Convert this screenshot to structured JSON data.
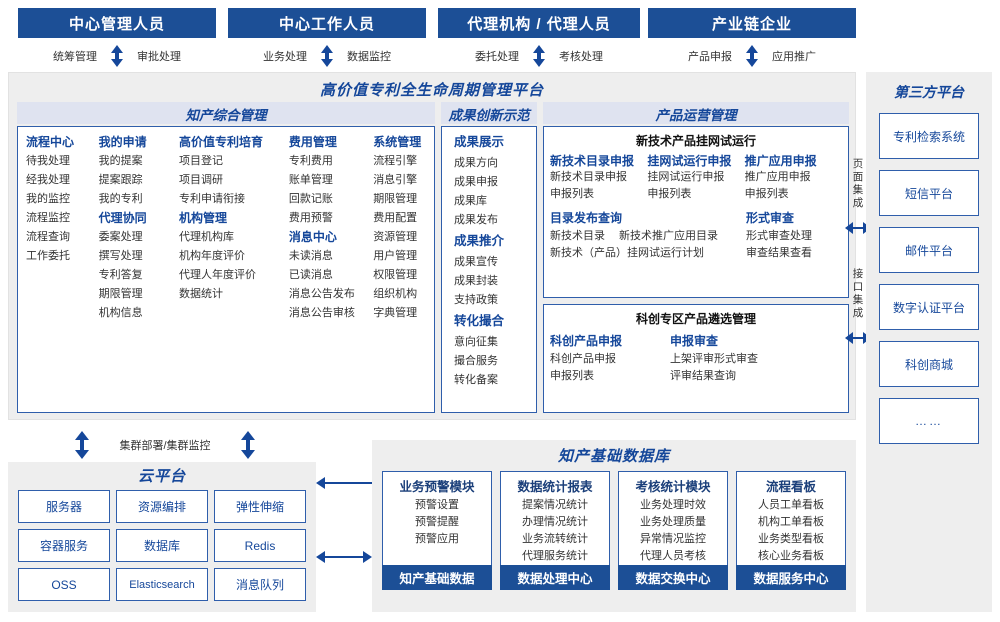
{
  "roles": [
    {
      "title": "中心管理人员",
      "left": "统筹管理",
      "right": "审批处理"
    },
    {
      "title": "中心工作人员",
      "left": "业务处理",
      "right": "数据监控"
    },
    {
      "title": "代理机构 / 代理人员",
      "left": "委托处理",
      "right": "考核处理"
    },
    {
      "title": "产业链企业",
      "left": "产品申报",
      "right": "应用推广"
    }
  ],
  "platform": {
    "title": "高价值专利全生命周期管理平台"
  },
  "ip_mgmt": {
    "title": "知产综合管理",
    "columns": [
      {
        "groups": [
          {
            "header": "流程中心",
            "items": [
              "待我处理",
              "经我处理",
              "我的监控",
              "流程监控",
              "流程查询",
              "工作委托"
            ]
          }
        ]
      },
      {
        "groups": [
          {
            "header": "我的申请",
            "items": [
              "我的提案",
              "提案跟踪",
              "我的专利"
            ]
          },
          {
            "header": "代理协同",
            "items": [
              "委案处理",
              "撰写处理",
              "专利答复",
              "期限管理",
              "机构信息"
            ]
          }
        ]
      },
      {
        "groups": [
          {
            "header": "高价值专利培育",
            "items": [
              "项目登记",
              "项目调研",
              "专利申请衔接"
            ]
          },
          {
            "header": "机构管理",
            "items": [
              "代理机构库",
              "机构年度评价",
              "代理人年度评价",
              "数据统计"
            ]
          }
        ]
      },
      {
        "groups": [
          {
            "header": "费用管理",
            "items": [
              "专利费用",
              "账单管理",
              "回款记账",
              "费用预警"
            ]
          },
          {
            "header": "消息中心",
            "items": [
              "未读消息",
              "已读消息",
              "消息公告发布",
              "消息公告审核"
            ]
          }
        ]
      },
      {
        "groups": [
          {
            "header": "系统管理",
            "items": [
              "流程引擎",
              "消息引擎",
              "期限管理",
              "费用配置",
              "资源管理",
              "用户管理",
              "权限管理",
              "组织机构",
              "字典管理"
            ]
          }
        ]
      }
    ]
  },
  "achievement": {
    "title": "成果创新示范",
    "groups": [
      {
        "header": "成果展示",
        "items": [
          "成果方向",
          "成果申报",
          "成果库",
          "成果发布"
        ]
      },
      {
        "header": "成果推介",
        "items": [
          "成果宣传",
          "成果封装",
          "支持政策"
        ]
      },
      {
        "header": "转化撮合",
        "items": [
          "意向征集",
          "撮合服务",
          "转化备案"
        ]
      }
    ]
  },
  "product_ops": {
    "title": "产品运营管理",
    "box1": {
      "title": "新技术产品挂网试运行",
      "columns": [
        {
          "header": "新技术目录申报",
          "items": [
            "新技术目录申报",
            "申报列表"
          ]
        },
        {
          "header": "挂网试运行申报",
          "items": [
            "挂网试运行申报",
            "申报列表"
          ]
        },
        {
          "header": "推广应用申报",
          "items": [
            "推广应用申报",
            "申报列表"
          ]
        }
      ],
      "row2_left_header": "目录发布查询",
      "row2_left_items": [
        "新技术目录",
        "新技术推广应用目录",
        "新技术（产品）挂网试运行计划"
      ],
      "row2_right_header": "形式审查",
      "row2_right_items": [
        "形式审查处理",
        "审查结果查看"
      ]
    },
    "box2": {
      "title": "科创专区产品遴选管理",
      "columns": [
        {
          "header": "科创产品申报",
          "items": [
            "科创产品申报",
            "申报列表"
          ]
        },
        {
          "header": "申报审查",
          "items": [
            "上架评审形式审查",
            "评审结果查询"
          ]
        }
      ]
    }
  },
  "integration": {
    "page_label": "页面集成",
    "api_label": "接口集成"
  },
  "third_party": {
    "title": "第三方平台",
    "items": [
      "专利检索系统",
      "短信平台",
      "邮件平台",
      "数字认证平台",
      "科创商城",
      "……"
    ]
  },
  "cluster_label": "集群部署/集群监控",
  "cloud": {
    "title": "云平台",
    "cells": [
      "服务器",
      "资源编排",
      "弹性伸缩",
      "容器服务",
      "数据库",
      "Redis",
      "OSS",
      "Elasticsearch",
      "消息队列"
    ]
  },
  "database": {
    "title": "知产基础数据库",
    "columns": [
      {
        "header": "业务预警模块",
        "items": [
          "预警设置",
          "预警提醒",
          "预警应用"
        ],
        "footer": "知产基础数据"
      },
      {
        "header": "数据统计报表",
        "items": [
          "提案情况统计",
          "办理情况统计",
          "业务流转统计",
          "代理服务统计"
        ],
        "footer": "数据处理中心"
      },
      {
        "header": "考核统计模块",
        "items": [
          "业务处理时效",
          "业务处理质量",
          "异常情况监控",
          "代理人员考核"
        ],
        "footer": "数据交换中心"
      },
      {
        "header": "流程看板",
        "items": [
          "人员工单看板",
          "机构工单看板",
          "业务类型看板",
          "核心业务看板"
        ],
        "footer": "数据服务中心"
      }
    ]
  },
  "colors": {
    "primary": "#15479a",
    "bar": "#1c4f96",
    "panel": "#eeeeee",
    "band": "#dfe3f0",
    "border": "#2f5eab"
  }
}
